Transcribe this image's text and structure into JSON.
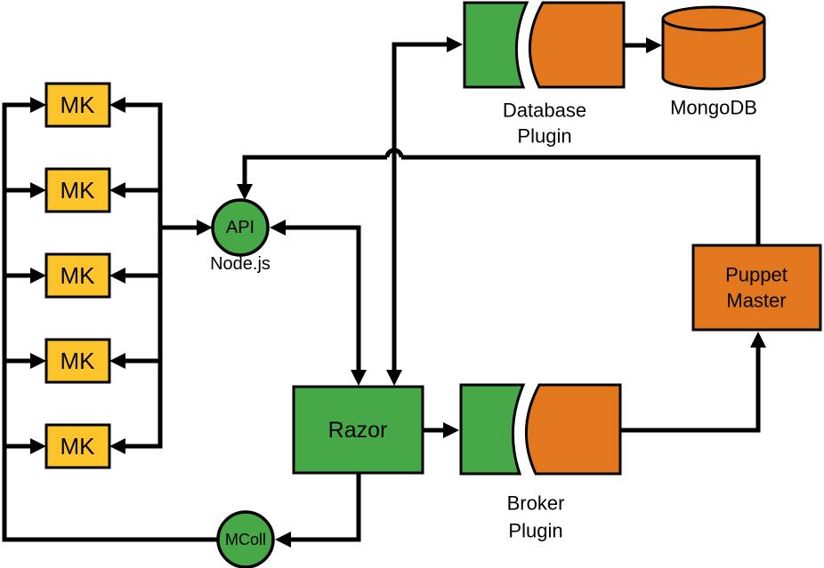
{
  "colors": {
    "background": "#FFFFFF",
    "node_yellow": "#FCC32B",
    "node_green": "#46A846",
    "node_orange": "#E2771E",
    "outline": "#000000",
    "text": "#000000"
  },
  "nodes": {
    "mk": {
      "label": "MK",
      "count": 5
    },
    "api": {
      "label": "API",
      "runtime_label": "Node.js"
    },
    "razor": {
      "label": "Razor"
    },
    "database_plugin": {
      "label_line1": "Database",
      "label_line2": "Plugin"
    },
    "mongodb": {
      "label": "MongoDB"
    },
    "broker_plugin": {
      "label_line1": "Broker",
      "label_line2": "Plugin"
    },
    "puppet_master": {
      "label_line1": "Puppet",
      "label_line2": "Master"
    },
    "mcoll": {
      "label": "MColl"
    }
  },
  "edges": [
    {
      "from": "mk-bus",
      "to": "api",
      "arrowheads": "into-api"
    },
    {
      "from": "mcoll",
      "to": "mk-nodes",
      "arrowheads": "into-each-mk"
    },
    {
      "from": "puppet-master",
      "to": "api",
      "arrowheads": "into-api"
    },
    {
      "from": "api",
      "to": "razor",
      "arrowheads": "both"
    },
    {
      "from": "razor",
      "to": "database-plugin",
      "arrowheads": "both"
    },
    {
      "from": "database-plugin",
      "to": "mongodb",
      "arrowheads": "into-mongodb"
    },
    {
      "from": "razor",
      "to": "broker-plugin",
      "arrowheads": "into-broker-plugin"
    },
    {
      "from": "broker-plugin",
      "to": "puppet-master",
      "arrowheads": "into-puppet-master"
    },
    {
      "from": "razor",
      "to": "mcoll",
      "arrowheads": "into-mcoll"
    }
  ]
}
